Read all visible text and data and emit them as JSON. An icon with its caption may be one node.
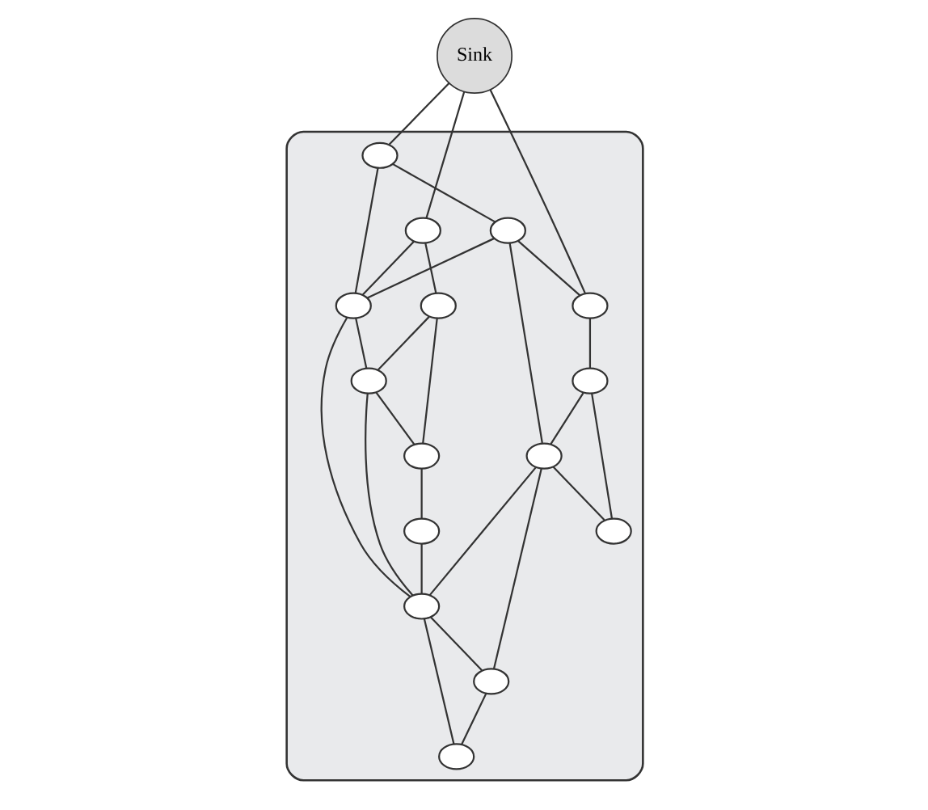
{
  "diagram": {
    "nodes": [
      {
        "text": [
          "Sink"
        ]
      },
      {
        "text": [],
        "shape": "cloud"
      },
      {
        "text": [],
        "shape": "circle",
        "in": 1
      },
      {
        "text": [],
        "shape": "circle",
        "in": 1
      },
      {
        "text": [],
        "shape": "circle",
        "in": 1
      },
      {
        "text": [],
        "shape": "circle",
        "in": 1
      },
      {
        "text": [],
        "shape": "circle",
        "in": 1
      },
      {
        "text": [],
        "shape": "circle",
        "in": 1
      },
      {
        "text": [],
        "shape": "circle",
        "in": 1
      },
      {
        "text": [],
        "shape": "circle",
        "in": 1
      },
      {
        "text": [],
        "shape": "circle",
        "in": 1
      },
      {
        "text": [],
        "shape": "circle",
        "in": 1
      },
      {
        "text": [],
        "shape": "circle",
        "in": 1
      },
      {
        "text": [],
        "shape": "circle",
        "in": 1
      },
      {
        "text": [],
        "shape": "circle",
        "in": 1
      },
      {
        "text": [],
        "shape": "circle",
        "in": 1
      },
      {
        "text": [],
        "shape": "circle",
        "in": 1
      }
    ],
    "edges": [
      {
        "from": 0,
        "to": 5,
        "arrow": "none"
      },
      {
        "from": 0,
        "to": 3,
        "arrow": "none"
      },
      {
        "from": 0,
        "to": 2,
        "arrow": "none"
      },
      {
        "from": 3,
        "to": 6,
        "arrow": "none"
      },
      {
        "from": 3,
        "to": 7,
        "arrow": "none"
      },
      {
        "from": 5,
        "to": 7,
        "arrow": "none"
      },
      {
        "from": 5,
        "to": 9,
        "arrow": "none"
      },
      {
        "from": 6,
        "to": 7,
        "arrow": "none"
      },
      {
        "from": 6,
        "to": 2,
        "arrow": "none"
      },
      {
        "from": 6,
        "to": 8,
        "arrow": "none"
      },
      {
        "from": 2,
        "to": 4,
        "arrow": "none"
      },
      {
        "from": 4,
        "to": 8,
        "arrow": "none"
      },
      {
        "from": 4,
        "to": 10,
        "arrow": "none"
      },
      {
        "from": 8,
        "to": 10,
        "arrow": "none"
      },
      {
        "from": 8,
        "to": 12,
        "arrow": "none"
      },
      {
        "from": 7,
        "to": 12,
        "arrow": "none"
      },
      {
        "from": 7,
        "to": 11,
        "arrow": "none"
      },
      {
        "from": 9,
        "to": 11,
        "arrow": "none"
      },
      {
        "from": 9,
        "to": 13,
        "arrow": "none"
      },
      {
        "from": 11,
        "to": 13,
        "arrow": "none"
      },
      {
        "from": 11,
        "to": 12,
        "arrow": "none"
      },
      {
        "from": 13,
        "to": 15,
        "arrow": "none"
      },
      {
        "from": 15,
        "to": 12,
        "arrow": "none"
      },
      {
        "from": 12,
        "to": 14,
        "arrow": "none"
      },
      {
        "from": 8,
        "to": 14,
        "arrow": "none"
      },
      {
        "from": 12,
        "to": 16,
        "arrow": "none"
      },
      {
        "from": 14,
        "to": 16,
        "arrow": "none"
      }
    ]
  }
}
